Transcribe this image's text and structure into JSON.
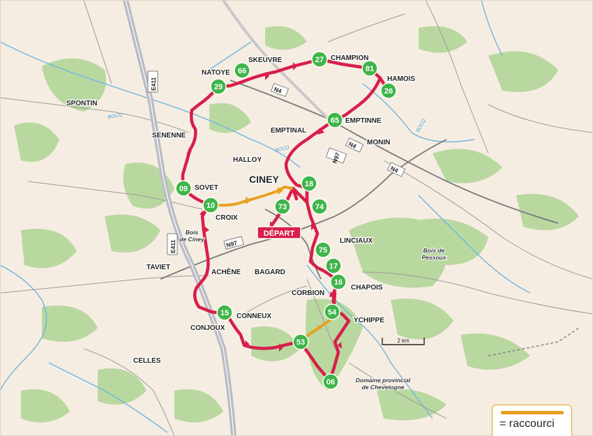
{
  "map": {
    "colors": {
      "background": "#f6ede2",
      "forest": "#b9d8a0",
      "water": "#6db6e0",
      "route": "#d81e4a",
      "shortcut": "#e8a020",
      "node": "#3fb54a",
      "motorway": "#b9bcc4",
      "road": "#8a8a8a"
    },
    "places": {
      "ciney": "CINEY",
      "spontin": "SPONTIN",
      "senenne": "SENENNE",
      "natoye": "NATOYE",
      "skeuvre": "SKEUVRE",
      "champion": "CHAMPION",
      "hamois": "HAMOIS",
      "emptinne": "EMPTINNE",
      "emptinal": "EMPTINAL",
      "monin": "MONIN",
      "halloy": "HALLOY",
      "sovet": "SOVET",
      "croix": "CROIX",
      "taviet": "TAVIET",
      "achene": "ACHÊNE",
      "bagard": "BAGARD",
      "linciaux": "LINCIAUX",
      "corbion": "CORBION",
      "chapois": "CHAPOIS",
      "ychippe": "YCHIPPE",
      "conjoux": "CONJOUX",
      "conneux": "CONNEUX",
      "celles": "CELLES"
    },
    "areas": {
      "bois_ciney_1": "Bois",
      "bois_ciney_2": "de Ciney",
      "bois_pessoux_1": "Bois de",
      "bois_pessoux_2": "Pessoux",
      "domaine_1": "Domaine provincial",
      "domaine_2": "de Chevetogne"
    },
    "rivers": {
      "bocq1": "BOCQ",
      "bocq2": "BOCQ",
      "bocq3": "BOCQ"
    },
    "roads": {
      "e411_north": "E411",
      "e411_south": "E411",
      "n4_a": "N4",
      "n4_b": "N4",
      "n4_c": "N4",
      "n97_a": "N97",
      "n97_b": "N97"
    },
    "nodes": {
      "n27": "27",
      "n81": "81",
      "n26": "26",
      "n66": "66",
      "n29": "29",
      "n65": "65",
      "n18": "18",
      "n73": "73",
      "n74": "74",
      "n09": "09",
      "n10": "10",
      "n75": "75",
      "n17": "17",
      "n16": "16",
      "n54": "54",
      "n15": "15",
      "n53": "53",
      "n06": "06"
    },
    "depart": "DÉPART",
    "scale": "2 km"
  },
  "legend": {
    "label": "= raccourci"
  }
}
